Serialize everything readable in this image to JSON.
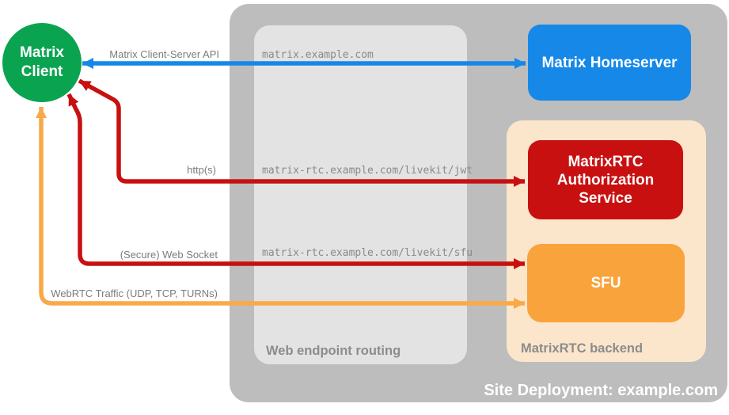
{
  "diagram": {
    "client": {
      "label": "Matrix Client",
      "color": "#0AA450"
    },
    "homeserver": {
      "label": "Matrix Homeserver",
      "color": "#1588E8"
    },
    "routing": {
      "title": "Web endpoint routing",
      "endpoints": [
        "matrix.example.com",
        "matrix-rtc.example.com/livekit/jwt",
        "matrix-rtc.example.com/livekit/sfu"
      ]
    },
    "backend": {
      "title": "MatrixRTC backend",
      "auth_service": {
        "label": "MatrixRTC Authorization Service",
        "color": "#C81010"
      },
      "sfu": {
        "label": "SFU",
        "color": "#F9A33C"
      }
    },
    "connections": [
      {
        "label": "Matrix Client-Server API",
        "color": "#1588E8",
        "from": "Matrix Client",
        "to": "Matrix Homeserver",
        "via": "matrix.example.com"
      },
      {
        "label": "http(s)",
        "color": "#C81010",
        "from": "Matrix Client",
        "to": "MatrixRTC Authorization Service",
        "via": "matrix-rtc.example.com/livekit/jwt"
      },
      {
        "label": "(Secure) Web Socket",
        "color": "#C81010",
        "from": "Matrix Client",
        "to": "SFU",
        "via": "matrix-rtc.example.com/livekit/sfu"
      },
      {
        "label": "WebRTC Traffic (UDP, TCP, TURNs)",
        "color": "#F9A948",
        "from": "Matrix Client",
        "to": "SFU",
        "via": ""
      }
    ],
    "caption": {
      "label": "Site Deployment: example.com"
    }
  }
}
